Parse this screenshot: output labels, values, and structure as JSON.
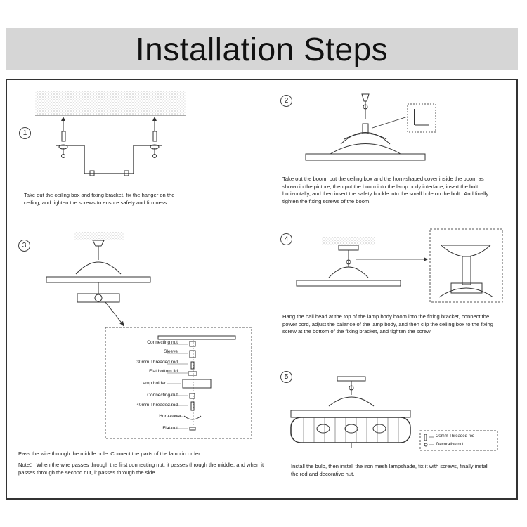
{
  "title": "Installation Steps",
  "steps": [
    {
      "number": "1",
      "text": "Take out the ceiling box and fixing bracket, fix the hanger on the ceiling, and tighten the screws to ensure safety and firmness."
    },
    {
      "number": "2",
      "text": "Take out the boom, put the ceiling box and the horn-shaped cover inside the boom as shown in the picture, then put the boom into the lamp body interface, insert the bolt horizontally, and then insert the safety buckle into the small hole on the bolt , And finally tighten the fixing screws of the boom."
    },
    {
      "number": "3",
      "text": "Pass the wire through the middle hole. Connect the parts of the lamp in order.",
      "note": "Note： When the wire passes through the first connecting nut, it passes through the middle, and when it passes through the second nut, it passes through the side.",
      "parts": [
        "Connecting nut",
        "Sleeve",
        "30mm Threaded rod",
        "Flat bottom lid",
        "Lamp holder",
        "Connecting nut",
        "40mm Threaded rod",
        "Horn cover",
        "Flat nut"
      ]
    },
    {
      "number": "4",
      "text": "Hang the ball head at the top of the lamp body boom into the fixing bracket, connect the power cord, adjust the balance of the lamp body, and then clip the ceiling box to the fixing screw at the bottom of the fixing bracket, and tighten the screw"
    },
    {
      "number": "5",
      "text": "Install the bulb, then install the iron mesh lampshade, fix it with screws, finally install the rod and decorative nut.",
      "parts": [
        "20mm Threaded rod",
        "Decorative nut"
      ]
    }
  ]
}
